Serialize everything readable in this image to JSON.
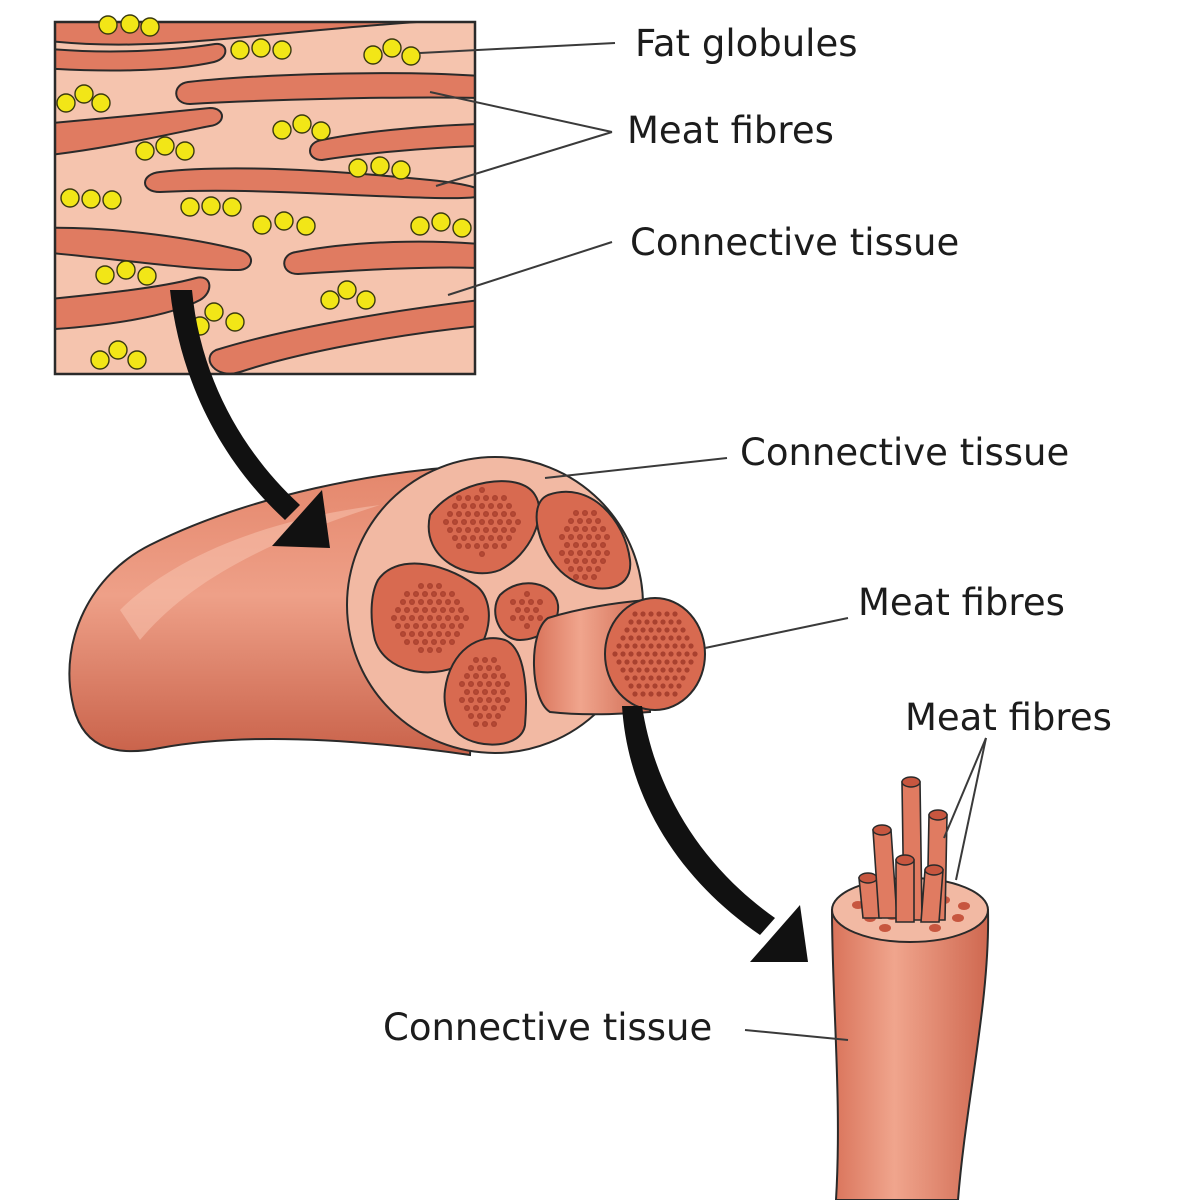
{
  "labels": {
    "fat_globules": "Fat globules",
    "meat_fibres_1": "Meat fibres",
    "connective_tissue_1": "Connective tissue",
    "connective_tissue_2": "Connective tissue",
    "meat_fibres_2": "Meat fibres",
    "meat_fibres_3": "Meat fibres",
    "connective_tissue_3": "Connective tissue"
  },
  "colors": {
    "tissue_background": "#f5c4ae",
    "fibre": "#e07b61",
    "fibre_dark": "#c7563f",
    "fat_globule": "#f2e617",
    "outline": "#2a2a2a",
    "arrow": "#111111"
  }
}
